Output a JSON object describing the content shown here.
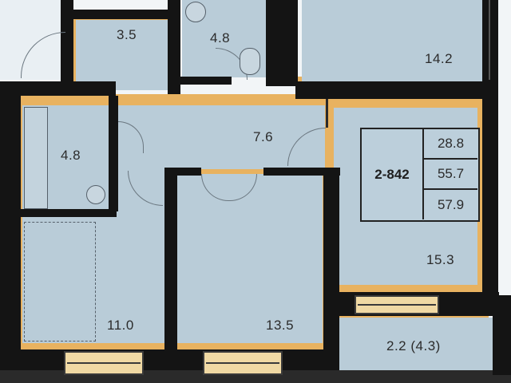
{
  "apartment": {
    "code": "2-842",
    "areas": [
      "28.8",
      "55.7",
      "57.9"
    ]
  },
  "rooms": {
    "bathroom_top": "3.5",
    "wc_top": "4.8",
    "room_top_right": "14.2",
    "bathroom_left": "4.8",
    "hall": "7.6",
    "kitchen_right": "15.3",
    "room_bottom_left": "11.0",
    "room_bottom_mid": "13.5",
    "balcony": "2.2 (4.3)"
  },
  "colors": {
    "floor": "#b9ccd8",
    "wall": "#141414",
    "highlight": "#e8b260",
    "window": "#f0d9a4"
  }
}
